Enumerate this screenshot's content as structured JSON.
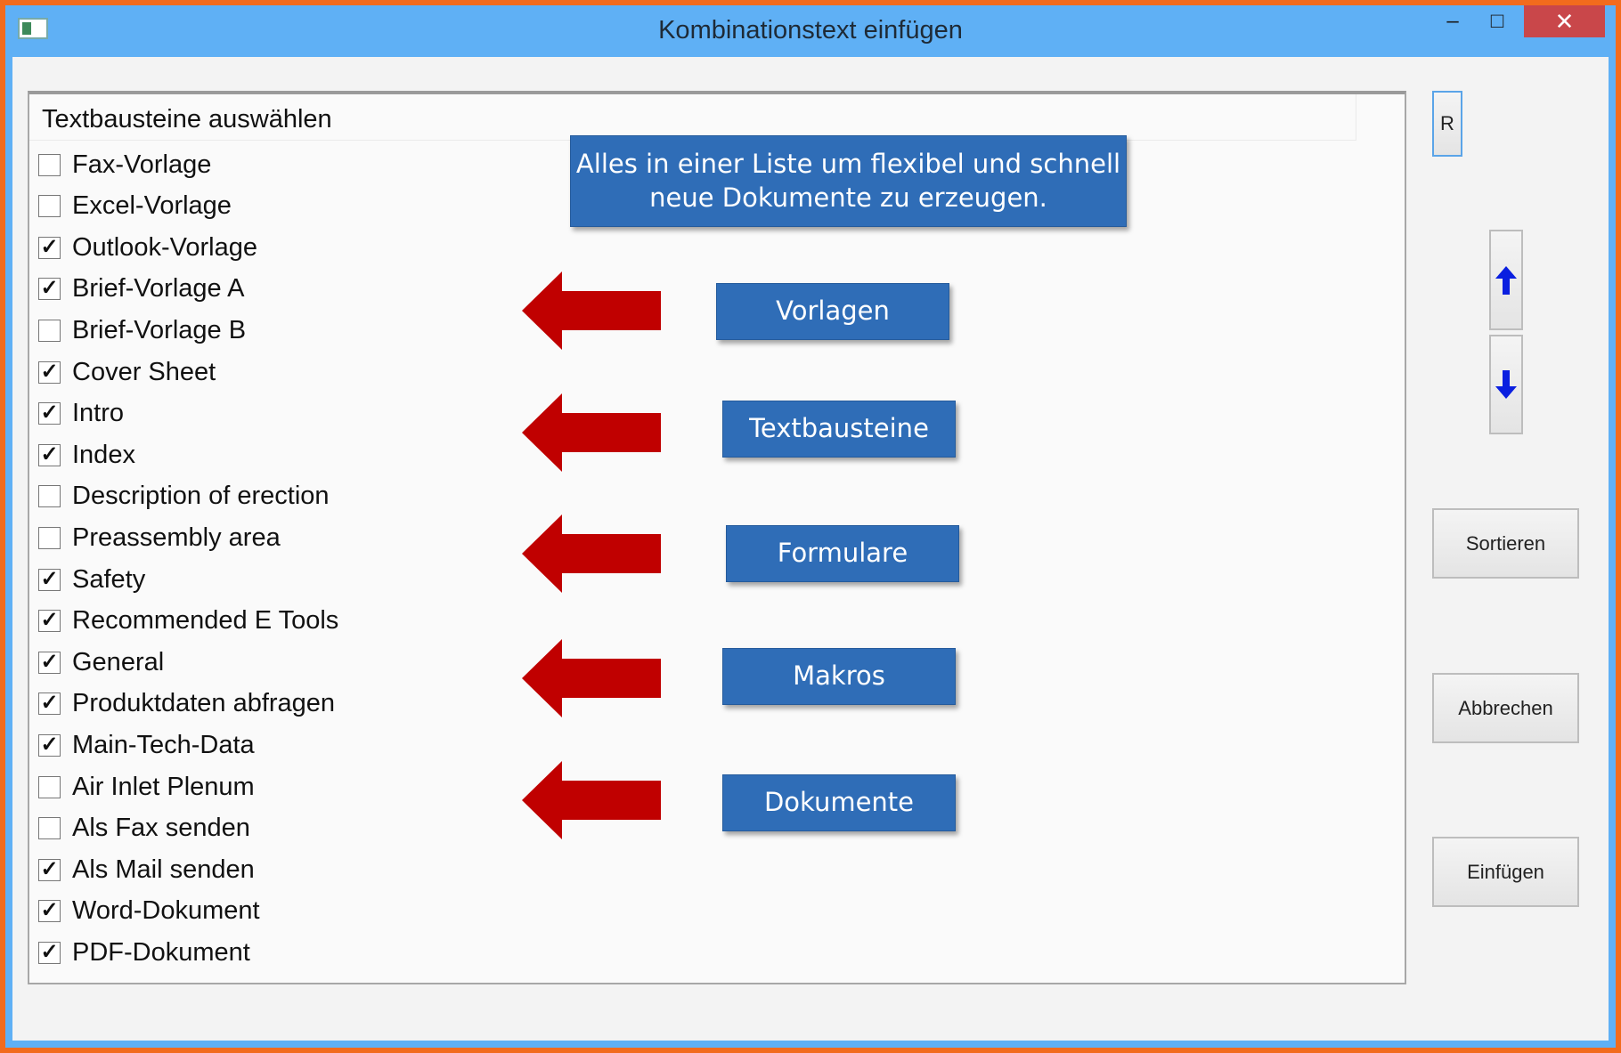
{
  "window": {
    "title": "Kombinationstext einfügen",
    "minimize": "‒",
    "maximize": "□",
    "close": "✕"
  },
  "list": {
    "header": "Textbausteine auswählen",
    "items": [
      {
        "label": "Fax-Vorlage",
        "checked": false
      },
      {
        "label": "Excel-Vorlage",
        "checked": false
      },
      {
        "label": "Outlook-Vorlage",
        "checked": true
      },
      {
        "label": "Brief-Vorlage A",
        "checked": true
      },
      {
        "label": "Brief-Vorlage B",
        "checked": false
      },
      {
        "label": "Cover Sheet",
        "checked": true
      },
      {
        "label": "Intro",
        "checked": true
      },
      {
        "label": "Index",
        "checked": true
      },
      {
        "label": "Description of erection",
        "checked": false
      },
      {
        "label": "Preassembly area",
        "checked": false
      },
      {
        "label": "Safety",
        "checked": true
      },
      {
        "label": "Recommended E Tools",
        "checked": true
      },
      {
        "label": "General",
        "checked": true
      },
      {
        "label": "Produktdaten abfragen",
        "checked": true
      },
      {
        "label": "Main-Tech-Data",
        "checked": true
      },
      {
        "label": "Air Inlet Plenum",
        "checked": false
      },
      {
        "label": "Als Fax senden",
        "checked": false
      },
      {
        "label": "Als Mail senden",
        "checked": true
      },
      {
        "label": "Word-Dokument",
        "checked": true
      },
      {
        "label": "PDF-Dokument",
        "checked": true
      }
    ]
  },
  "annotations": {
    "callout_line1": "Alles in einer Liste um flexibel und schnell",
    "callout_line2": "neue Dokumente zu erzeugen.",
    "labels": [
      "Vorlagen",
      "Textbausteine",
      "Formulare",
      "Makros",
      "Dokumente"
    ],
    "box_color": "#2f6db7",
    "arrow_color": "#c00000"
  },
  "buttons": {
    "r": "R",
    "up": "up-arrow",
    "down": "down-arrow",
    "sort": "Sortieren",
    "cancel": "Abbrechen",
    "insert": "Einfügen"
  }
}
